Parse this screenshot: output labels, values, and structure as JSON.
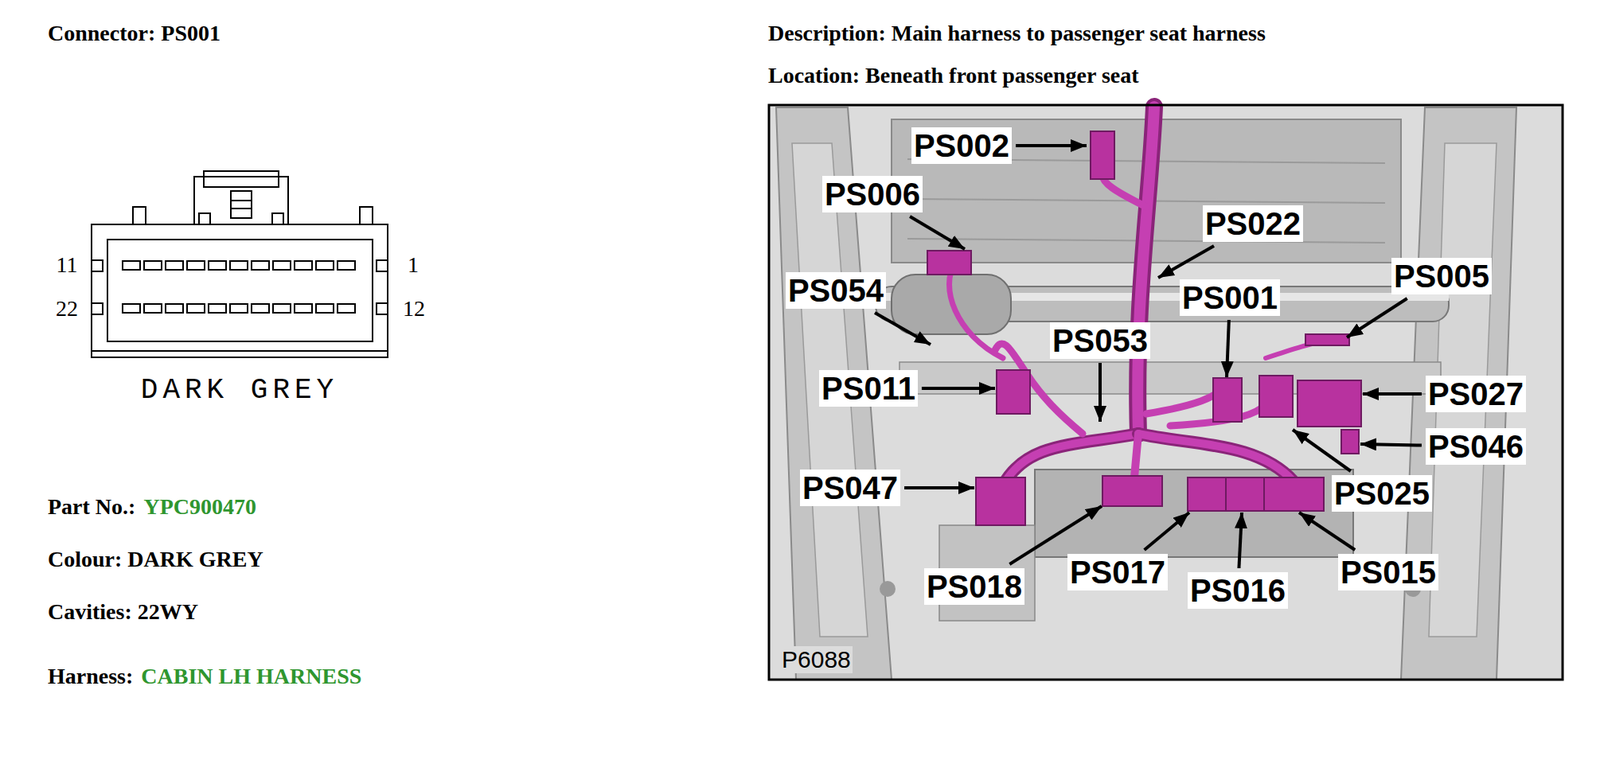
{
  "diagram": {
    "labels": [
      "Connector: PS001",
      "11",
      "1",
      "22",
      "12",
      "DARK GREY",
      "Part No.:",
      "YPC900470",
      "Colour: DARK GREY",
      "Cavities: 22WY",
      "Harness:",
      "CABIN LH HARNESS",
      "Description: Main harness to passenger seat harness",
      "Location: Beneath front passenger seat",
      "PS002",
      "PS006",
      "PS022",
      "PS054",
      "PS001",
      "PS005",
      "PS053",
      "PS011",
      "PS027",
      "PS046",
      "PS047",
      "PS025",
      "PS018",
      "PS017",
      "PS016",
      "PS015",
      "P6088"
    ]
  }
}
